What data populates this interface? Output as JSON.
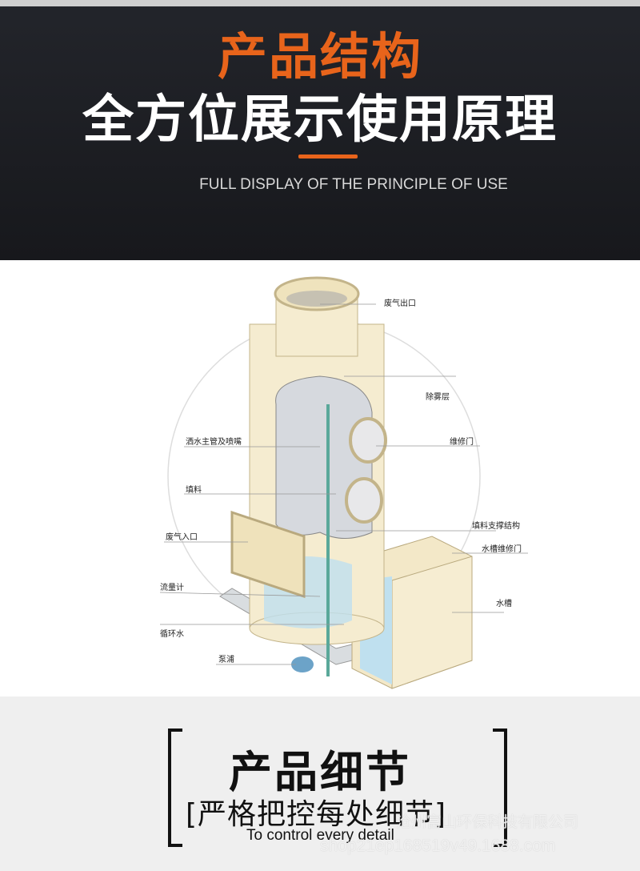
{
  "header": {
    "title": "产品结构",
    "subtitle": "全方位展示使用原理",
    "english": "FULL DISPLAY OF THE PRINCIPLE OF USE",
    "accent": "#e8641b"
  },
  "diagram": {
    "labels": {
      "outlet": "废气出口",
      "demister": "除雾层",
      "spray": "洒水主管及喷嘴",
      "door": "维修门",
      "packing": "填料",
      "support": "填料支撑结构",
      "inlet": "废气入口",
      "tank_door": "水槽维修门",
      "flowmeter": "流量计",
      "tank": "水槽",
      "circulation": "循环水",
      "pump": "泵浦"
    }
  },
  "details": {
    "title": "产品细节",
    "subtitle": "[严格把控每处细节]",
    "english": "To control every detail"
  },
  "watermark": {
    "company": "沧州富山环保科技有限公司",
    "url": "shop21ep168519v49.1688.com"
  }
}
